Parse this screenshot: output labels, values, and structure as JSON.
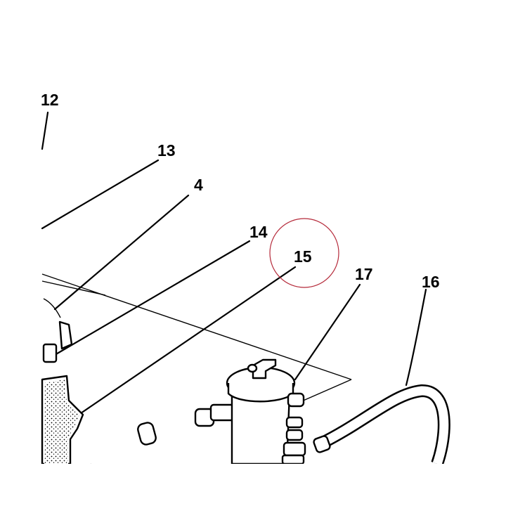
{
  "diagram": {
    "callouts": [
      {
        "id": "12",
        "label": "12"
      },
      {
        "id": "13",
        "label": "13"
      },
      {
        "id": "4",
        "label": "4"
      },
      {
        "id": "14",
        "label": "14"
      },
      {
        "id": "15",
        "label": "15"
      },
      {
        "id": "17",
        "label": "17"
      },
      {
        "id": "16",
        "label": "16"
      }
    ],
    "highlight_color": "#b52a3a",
    "line_color": "#000000",
    "background": "#ffffff"
  }
}
